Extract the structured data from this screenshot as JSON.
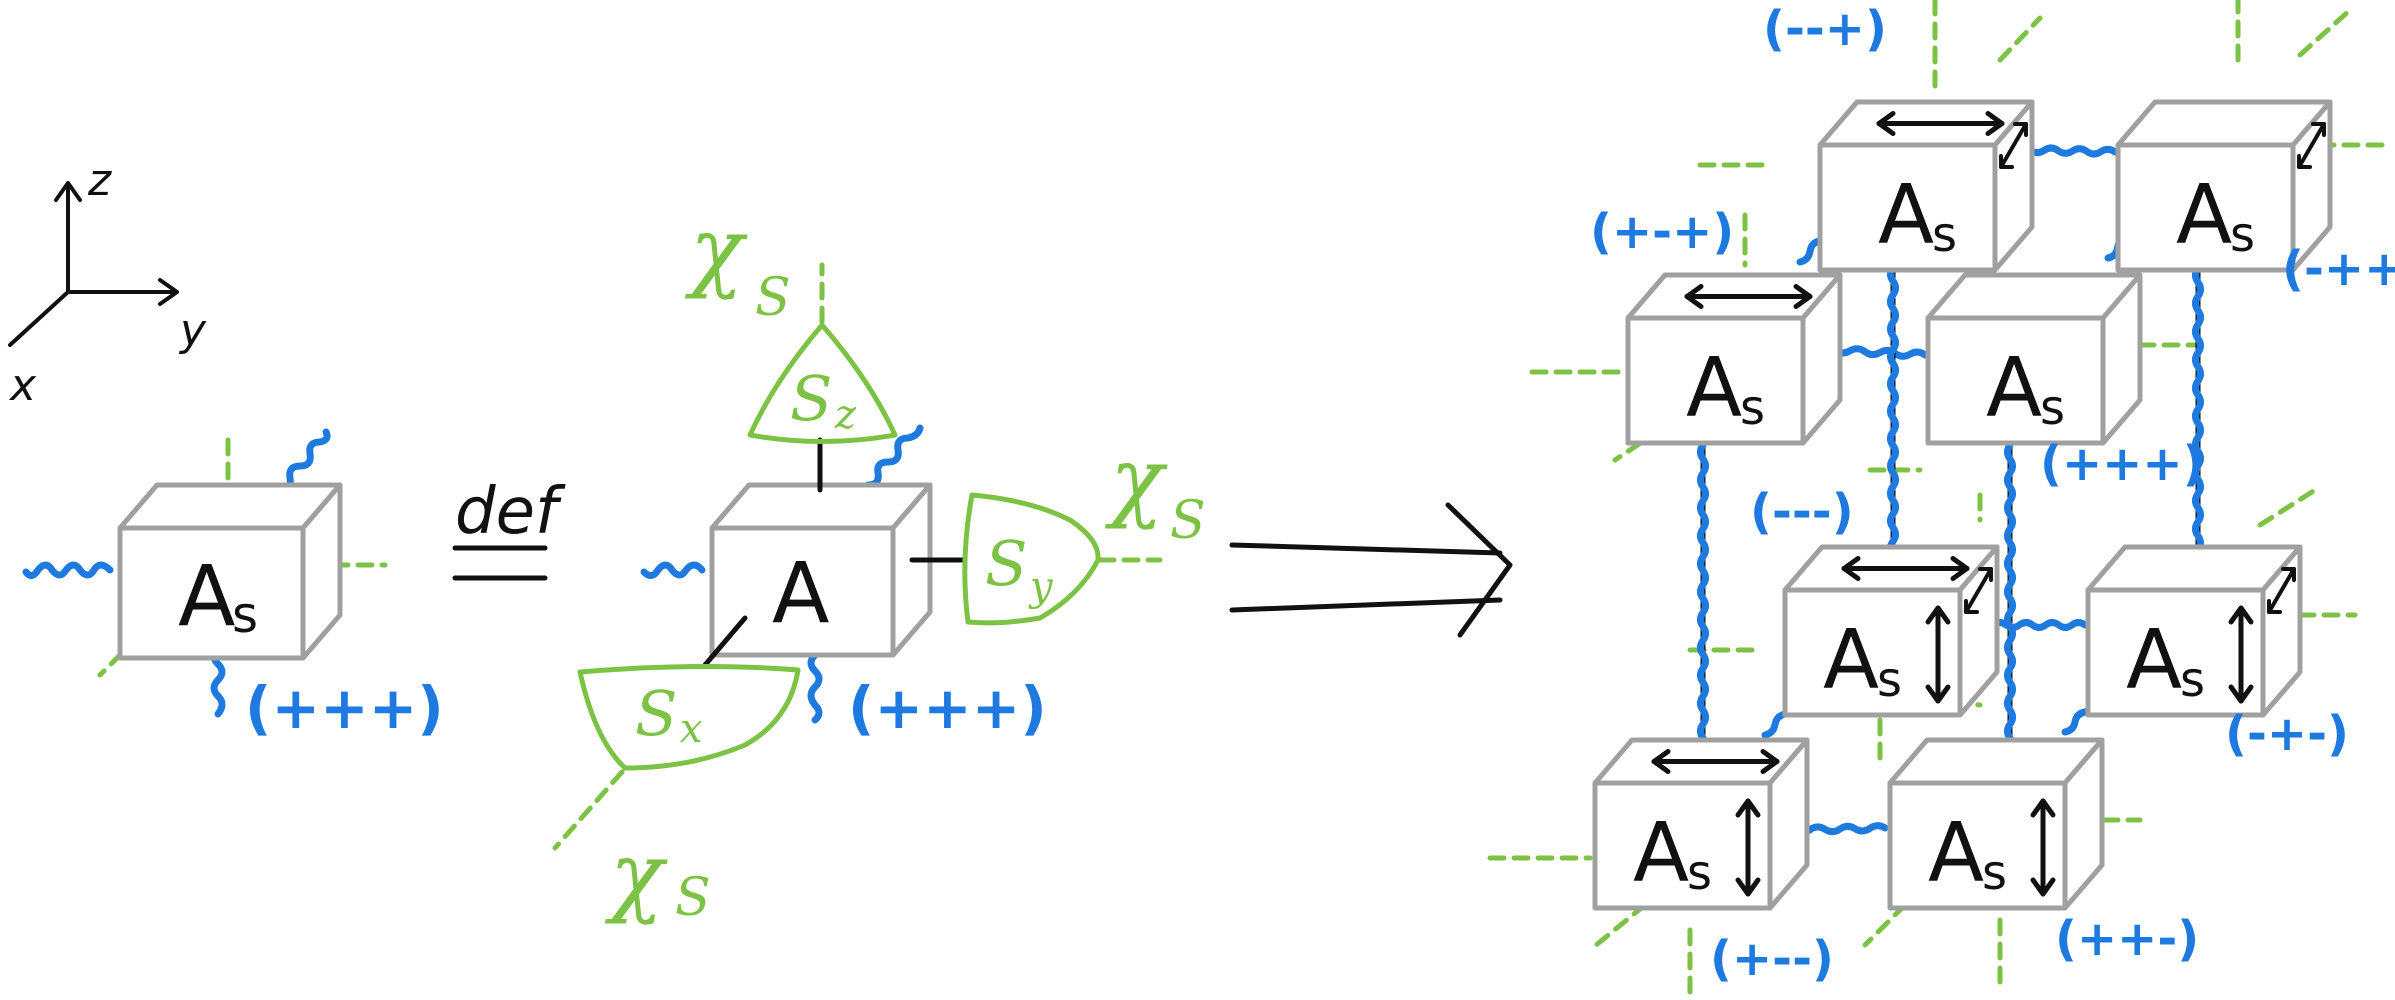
{
  "axes": {
    "z": "z",
    "y": "y",
    "x": "x"
  },
  "colors": {
    "ink": "#111111",
    "cube": "#a0a0a0",
    "physical": "#1f7ae0",
    "virtual": "#7cc244"
  },
  "lhs": {
    "tensor_label": "A",
    "tensor_sub": "s",
    "sign_label": "(+++)"
  },
  "def_label": "def",
  "rhs": {
    "tensor_label": "A",
    "sign_label": "(+++)",
    "sx": {
      "main": "S",
      "sub": "x"
    },
    "sy": {
      "main": "S",
      "sub": "y"
    },
    "sz": {
      "main": "S",
      "sub": "z"
    },
    "chi": {
      "main": "χ",
      "sub": "S"
    }
  },
  "lattice": {
    "cube_label": "A",
    "cube_sub": "s",
    "signs": [
      "(--+)",
      "(+-+)",
      "(-++)",
      "(+++)",
      "(---)",
      "(-+-)",
      "(+--)",
      "(++-)"
    ]
  }
}
